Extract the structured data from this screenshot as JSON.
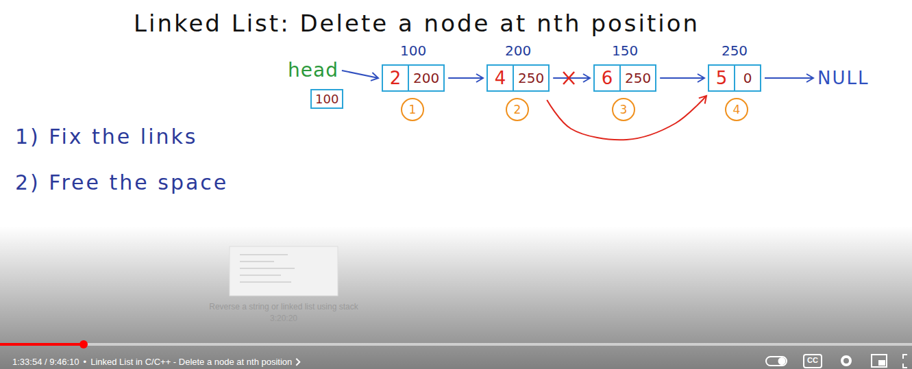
{
  "diagram": {
    "title": "Linked List: Delete a node at nth position",
    "nodes": [
      {
        "text": [
          "head",
          "100"
        ]
      },
      {
        "text": [
          "100",
          "2",
          "200"
        ]
      },
      {
        "text": [
          "200",
          "4",
          "250"
        ]
      },
      {
        "text": [
          "150",
          "6",
          "250"
        ]
      },
      {
        "text": [
          "250",
          "5",
          "0"
        ]
      },
      {
        "text": [
          "1"
        ]
      },
      {
        "text": [
          "2"
        ]
      },
      {
        "text": [
          "3"
        ]
      },
      {
        "text": [
          "4"
        ]
      }
    ],
    "edges": [
      {
        "from": 0,
        "to": 1,
        "arrow": "to"
      },
      {
        "from": 1,
        "to": 2,
        "arrow": "to"
      },
      {
        "from": 2,
        "to": 3,
        "arrow": "to"
      },
      {
        "from": 3,
        "to": 4,
        "arrow": "to"
      },
      {
        "from": 2,
        "to": 4,
        "arrow": "to"
      }
    ],
    "labels": [
      "NULL",
      "1) Fix the links",
      "2) Free the space",
      "Reverse a string or linked list using stack",
      "3:20:20",
      "1:33:54 / 9:46:10",
      "•",
      "Linked List in C/C++ - Delete a node at nth position",
      "CC"
    ]
  }
}
